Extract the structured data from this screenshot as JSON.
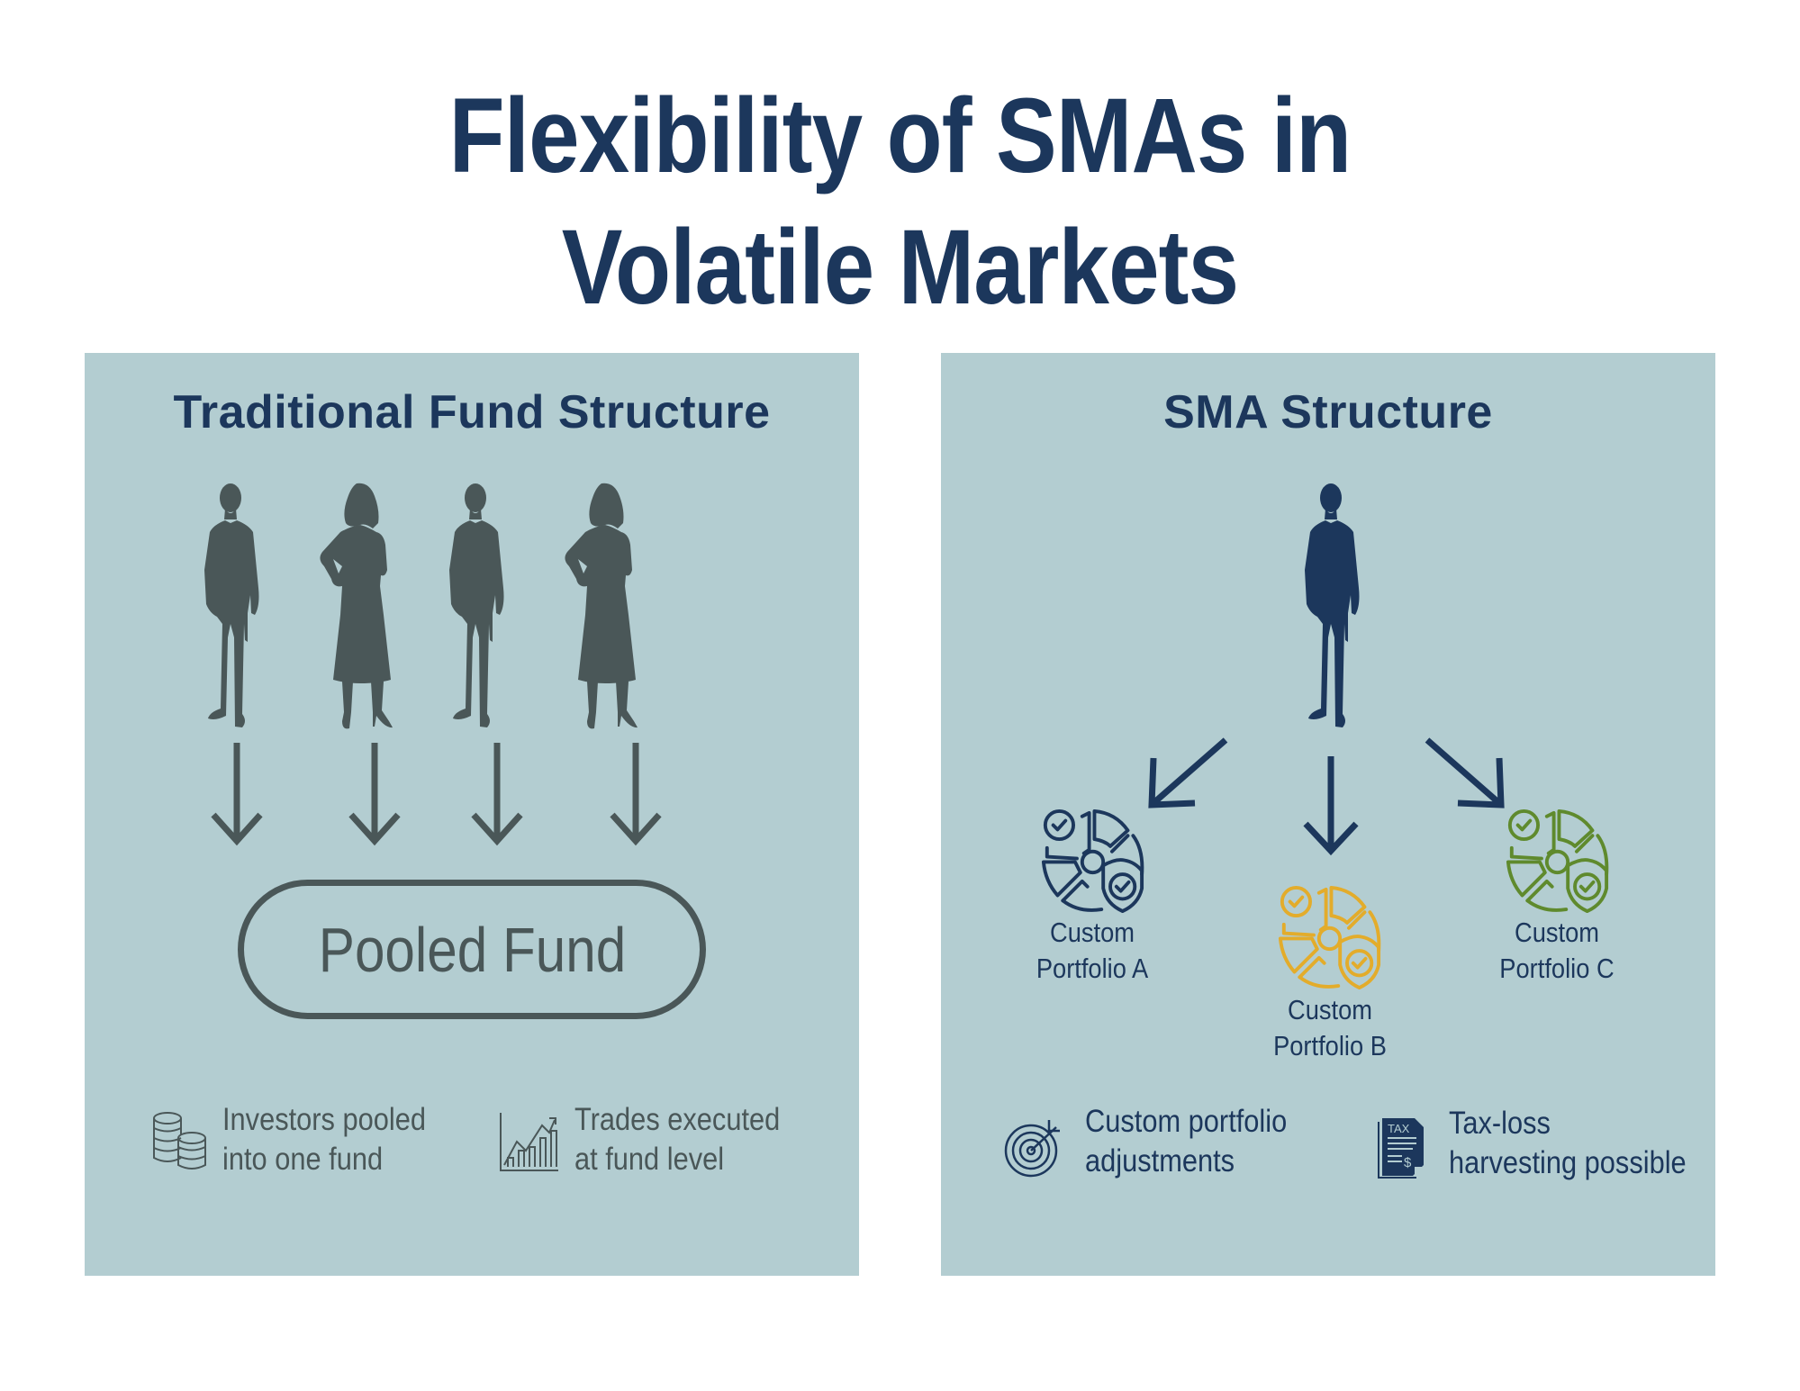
{
  "title": {
    "line1": "Flexibility of SMAs in",
    "line2": "Volatile Markets"
  },
  "colors": {
    "navy": "#1c375c",
    "panel_bg": "#b3cdd1",
    "slate": "#4a5758",
    "gold": "#e3ac2b",
    "green": "#5f8a2d",
    "background": "#ffffff"
  },
  "traditional": {
    "heading": "Traditional Fund Structure",
    "investors": [
      {
        "icon": "man-silhouette-icon"
      },
      {
        "icon": "woman-silhouette-icon"
      },
      {
        "icon": "man-silhouette-icon"
      },
      {
        "icon": "woman-silhouette-icon"
      }
    ],
    "pooled_fund_label": "Pooled Fund",
    "features": [
      {
        "icon": "coin-stack-icon",
        "line1": "Investors pooled",
        "line2": "into one fund"
      },
      {
        "icon": "growth-chart-icon",
        "line1": "Trades executed",
        "line2": "at fund level"
      }
    ]
  },
  "sma": {
    "heading": "SMA Structure",
    "investor": {
      "icon": "man-silhouette-icon"
    },
    "portfolios": [
      {
        "line1": "Custom",
        "line2": "Portfolio A",
        "color": "#1c375c"
      },
      {
        "line1": "Custom",
        "line2": "Portfolio B",
        "color": "#e3ac2b"
      },
      {
        "line1": "Custom",
        "line2": "Portfolio C",
        "color": "#5f8a2d"
      }
    ],
    "features": [
      {
        "icon": "target-icon",
        "line1": "Custom portfolio",
        "line2": "adjustments"
      },
      {
        "icon": "tax-document-icon",
        "line1": "Tax-loss",
        "line2": "harvesting possible",
        "icon_text": "TAX",
        "icon_symbol": "$"
      }
    ]
  }
}
